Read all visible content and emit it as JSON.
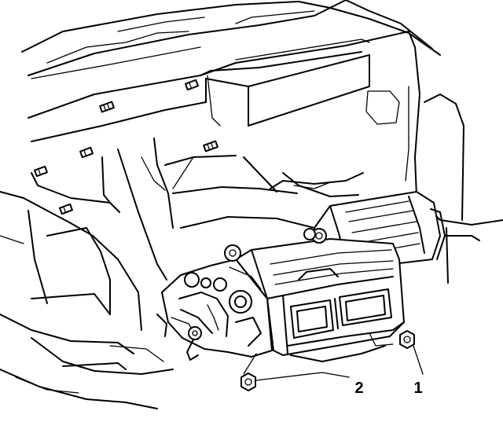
{
  "callouts": [
    {
      "id": "1",
      "label": "1",
      "part": "fastener"
    },
    {
      "id": "2",
      "label": "2",
      "part": "fastener"
    }
  ],
  "colors": {
    "line": "#000000",
    "background": "#ffffff"
  }
}
